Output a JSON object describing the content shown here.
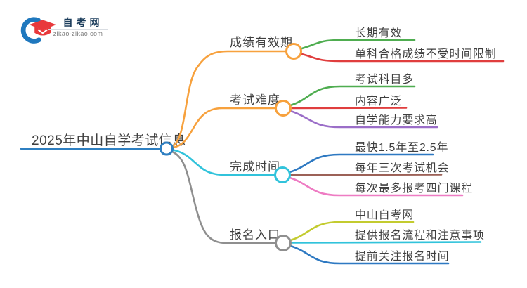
{
  "logo": {
    "title": "自考网",
    "domain": "zikao-zikao.com"
  },
  "colors": {
    "text": "#3F3F3F",
    "root": "#2E7FC1",
    "orange": "#F7A13D",
    "green": "#4FAD50",
    "red": "#E03E3E",
    "purple": "#9B6EC8",
    "cyan": "#31C3DB",
    "blue": "#2E79C2",
    "brown": "#9C6157",
    "pink": "#EE7CC3",
    "olive": "#C3CB2F",
    "gray": "#8F8F8F"
  },
  "root": {
    "label": "2025年中山自学考试信息",
    "color": "#2E7FC1"
  },
  "branches": [
    {
      "label": "成绩有效期",
      "color": "#F7A13D",
      "children": [
        {
          "label": "长期有效",
          "color": "#4FAD50"
        },
        {
          "label": "单科合格成绩不受时间限制",
          "color": "#E03E3E"
        }
      ]
    },
    {
      "label": "考试难度",
      "color": "#F7A13D",
      "children": [
        {
          "label": "考试科目多",
          "color": "#4FAD50"
        },
        {
          "label": "内容广泛",
          "color": "#E03E3E"
        },
        {
          "label": "自学能力要求高",
          "color": "#9B6EC8"
        }
      ]
    },
    {
      "label": "完成时间",
      "color": "#31C3DB",
      "children": [
        {
          "label": "最快1.5年至2.5年",
          "color": "#2E79C2"
        },
        {
          "label": "每年三次考试机会",
          "color": "#9C6157"
        },
        {
          "label": "每次最多报考四门课程",
          "color": "#EE7CC3"
        }
      ]
    },
    {
      "label": "报名入口",
      "color": "#8F8F8F",
      "children": [
        {
          "label": "中山自考网",
          "color": "#C3CB2F"
        },
        {
          "label": "提供报名流程和注意事项",
          "color": "#31C3DB"
        },
        {
          "label": "提前关注报名时间",
          "color": "#2E79C2"
        }
      ]
    }
  ]
}
